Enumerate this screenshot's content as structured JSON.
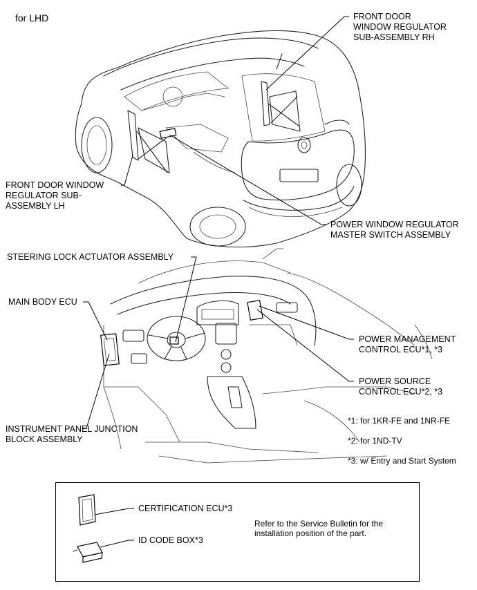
{
  "header": {
    "variant": "for LHD"
  },
  "labels": {
    "front_door_rh": [
      "FRONT DOOR",
      "WINDOW REGULATOR",
      "SUB-ASSEMBLY RH"
    ],
    "front_door_lh": [
      "FRONT DOOR WINDOW",
      "REGULATOR SUB-",
      "ASSEMBLY LH"
    ],
    "master_switch": [
      "POWER WINDOW REGULATOR",
      "MASTER SWITCH ASSEMBLY"
    ],
    "steering_lock": "STEERING LOCK ACTUATOR ASSEMBLY",
    "main_body_ecu": "MAIN BODY ECU",
    "power_mgmt": [
      "POWER MANAGEMENT",
      "CONTROL ECU*1, *3"
    ],
    "power_source": [
      "POWER SOURCE",
      "CONTROL ECU*2, *3"
    ],
    "junction_block": [
      "INSTRUMENT PANEL JUNCTION",
      "BLOCK ASSEMBLY"
    ]
  },
  "footnotes": [
    "*1: for 1KR-FE and 1NR-FE",
    "*2: for 1ND-TV",
    "*3: w/ Entry and Start System"
  ],
  "reference_box": {
    "certification": "CERTIFICATION ECU*3",
    "id_code_box": "ID CODE BOX*3",
    "note": [
      "Refer to the Service Bulletin for the",
      "installation position of the part."
    ]
  }
}
